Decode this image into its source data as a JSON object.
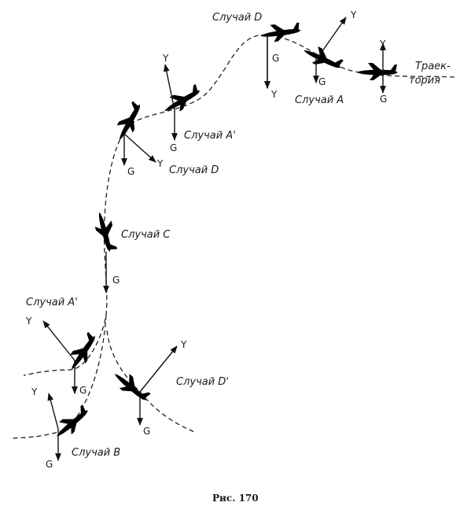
{
  "labels": {
    "case_d_top": "Случай D",
    "case_a": "Случай A",
    "case_a_prime_upper": "Случай A'",
    "case_d_mid": "Случай D",
    "case_c": "Случай C",
    "case_a_prime_lower": "Случай A'",
    "case_d_prime": "Случай D'",
    "case_b": "Случай B",
    "trajectory_line1": "Траек-",
    "trajectory_line2": "тория"
  },
  "vectors": {
    "lift": "Y",
    "weight": "G"
  },
  "caption": "Рис. 170"
}
